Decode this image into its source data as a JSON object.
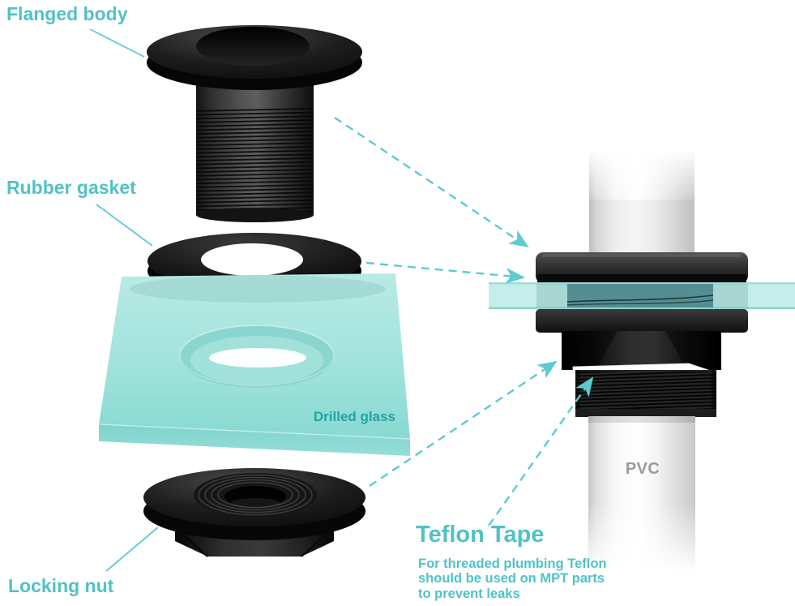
{
  "figure": {
    "labels": {
      "flanged_body": "Flanged body",
      "rubber_gasket": "Rubber gasket",
      "drilled_glass": "Drilled glass",
      "locking_nut": "Locking nut",
      "pvc": "PVC",
      "teflon_tape_title": "Teflon Tape",
      "teflon_tape_note": "For threaded plumbing Teflon\nshould be used on MPT parts\nto prevent leaks"
    },
    "colors": {
      "label_teal": "#50c2c6",
      "annotation_dark_teal": "#27a1a1",
      "arrow_teal": "#5ecbd0",
      "glass_light": "#b9eae5",
      "glass_deep": "#86d9d1",
      "rubber_black": "#0e0e0e",
      "pvc_text_gray": "#9b9b9b"
    }
  }
}
